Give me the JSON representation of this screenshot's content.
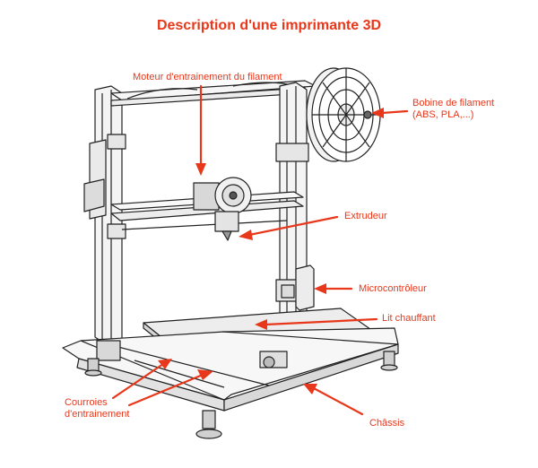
{
  "title": "Description d'une imprimante 3D",
  "accent_color": "#e8371a",
  "line_color": "#222222",
  "labels": {
    "moteur": "Moteur d'entrainement du filament",
    "bobine_line1": "Bobine de filament",
    "bobine_line2": "(ABS, PLA,...)",
    "extrudeur": "Extrudeur",
    "microcontroleur": "Microcontrôleur",
    "lit": "Lit chauffant",
    "courroies_line1": "Courroies",
    "courroies_line2": "d'entrainement",
    "chassis": "Châssis"
  }
}
